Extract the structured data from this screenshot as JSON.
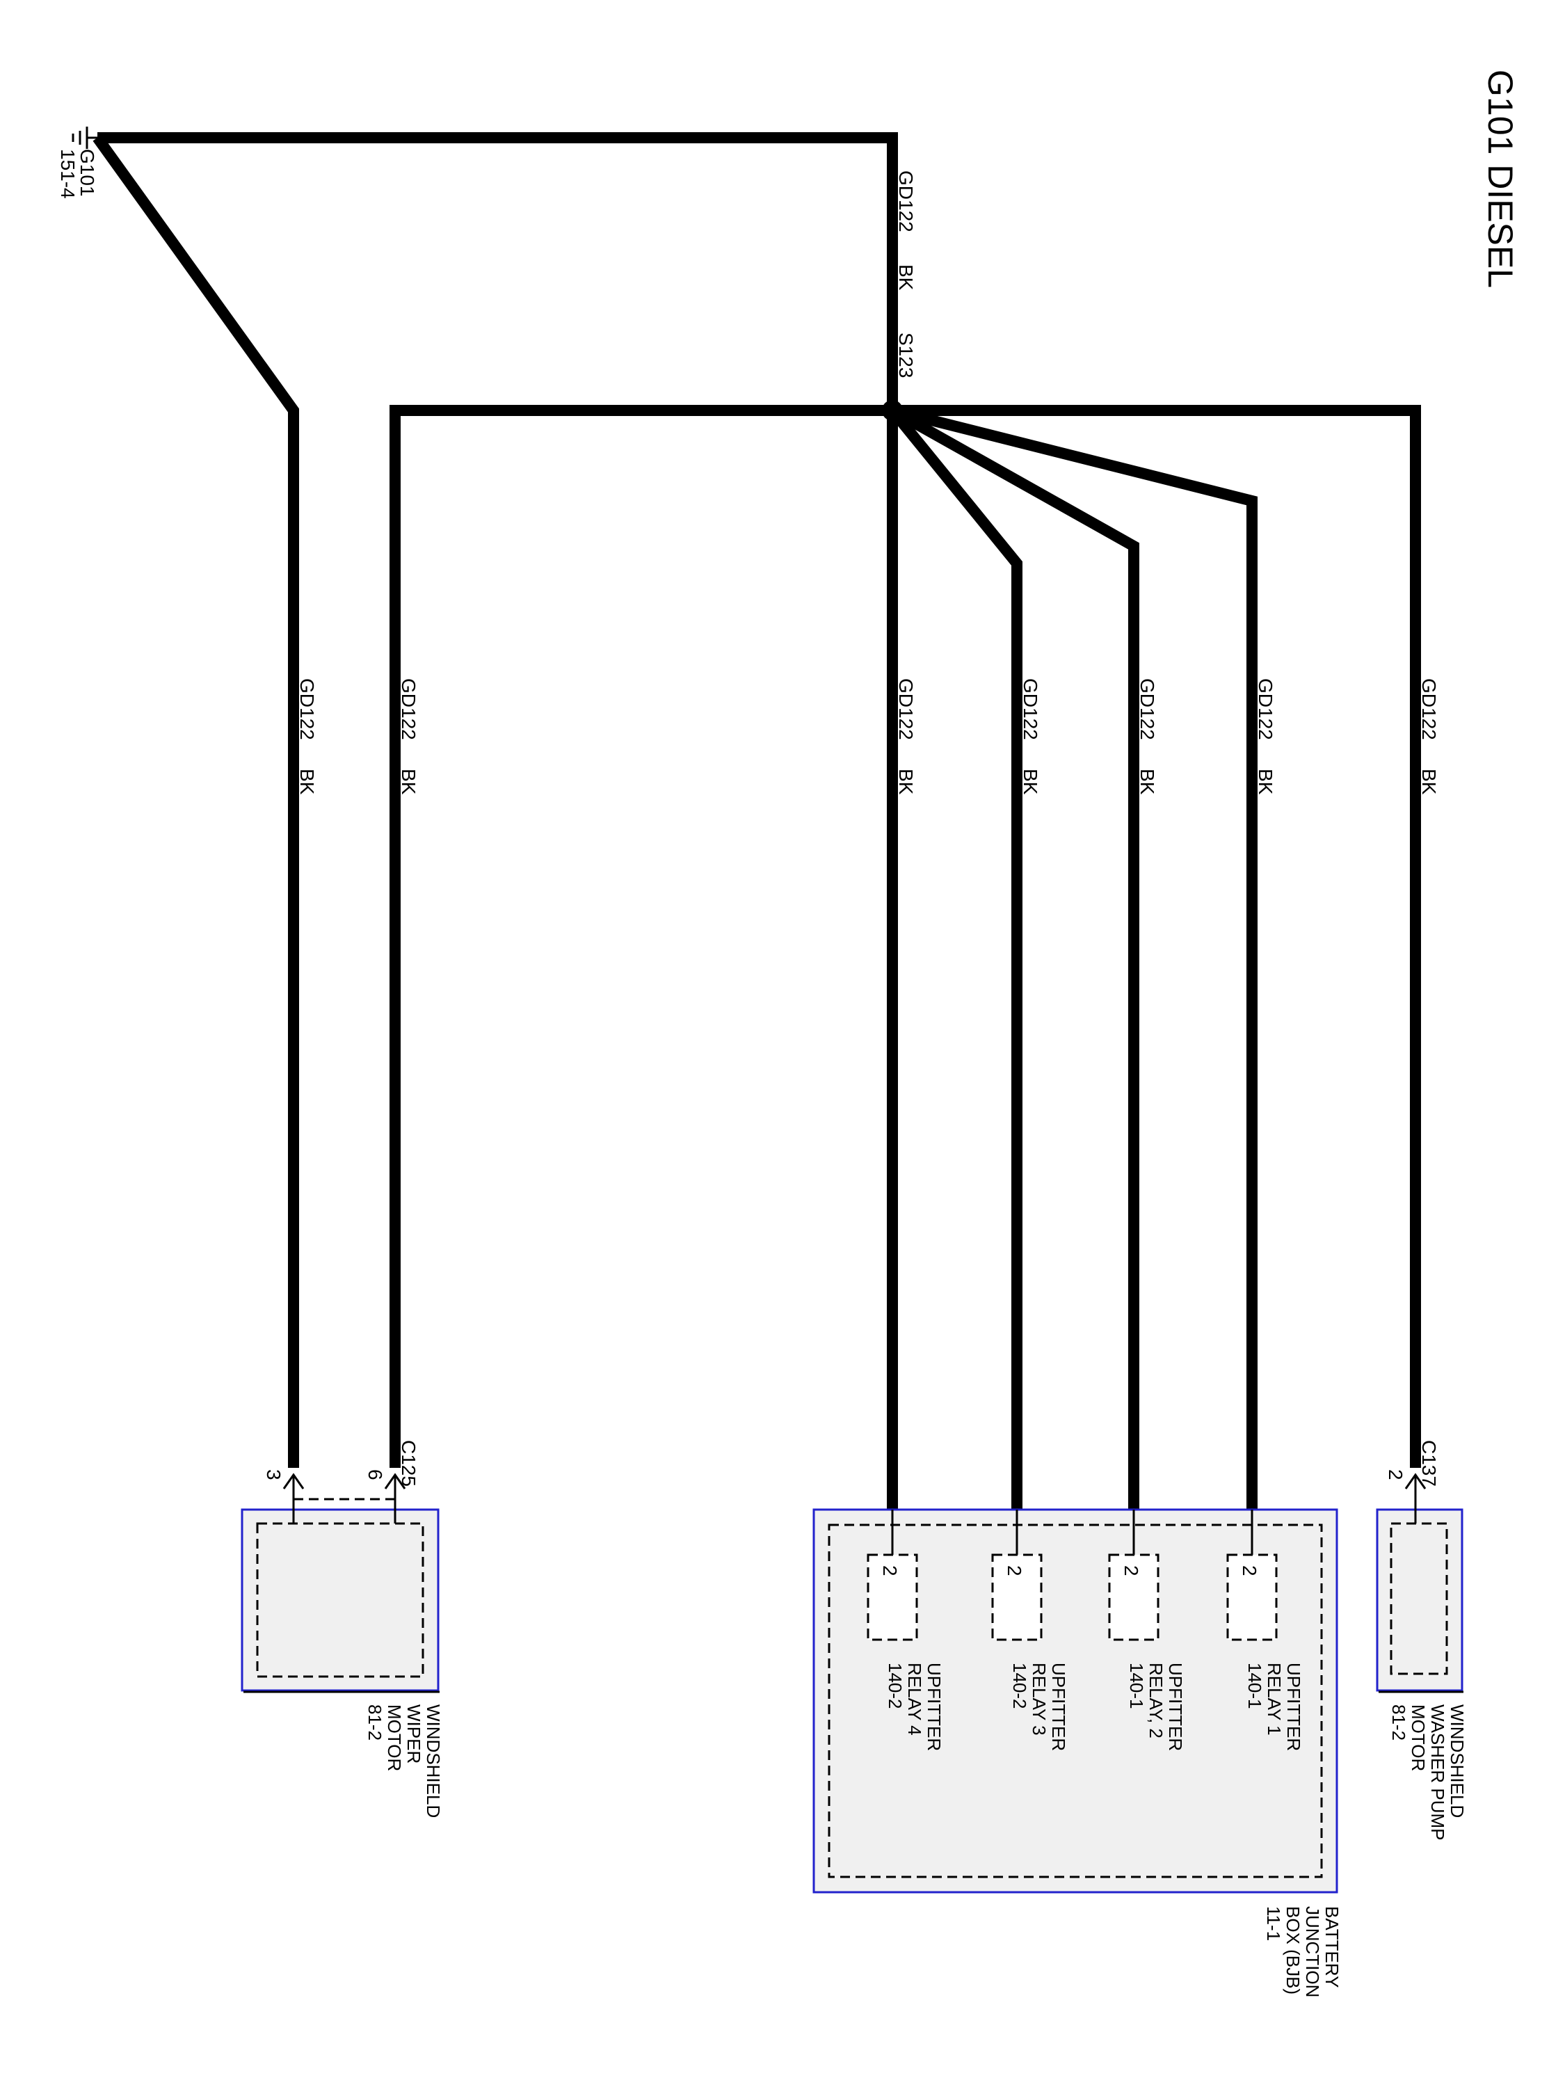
{
  "title": "G101 DIESEL",
  "ground": {
    "name": "G101",
    "ref": "151-4"
  },
  "splice": "S123",
  "wire": {
    "circuit": "GD122",
    "color": "BK"
  },
  "connectors": {
    "c125": {
      "name": "C125",
      "pins": [
        "6",
        "3"
      ]
    },
    "c137": {
      "name": "C137",
      "pin": "2"
    }
  },
  "components": {
    "wiper_motor": {
      "lines": [
        "WINDSHIELD",
        "WIPER",
        "MOTOR",
        "81-2"
      ]
    },
    "washer_pump": {
      "lines": [
        "WINDSHIELD",
        "WASHER PUMP",
        "MOTOR",
        "81-2"
      ]
    },
    "bjb": {
      "lines": [
        "BATTERY",
        "JUNCTION",
        "BOX (BJB)",
        "11-1"
      ]
    }
  },
  "relays": [
    {
      "pin": "2",
      "lines": [
        "UPFITTER",
        "RELAY 1",
        "140-1"
      ]
    },
    {
      "pin": "2",
      "lines": [
        "UPFITTER",
        "RELAY, 2",
        "140-1"
      ]
    },
    {
      "pin": "2",
      "lines": [
        "UPFITTER",
        "RELAY 3",
        "140-2"
      ]
    },
    {
      "pin": "2",
      "lines": [
        "UPFITTER",
        "RELAY 4",
        "140-2"
      ]
    }
  ]
}
